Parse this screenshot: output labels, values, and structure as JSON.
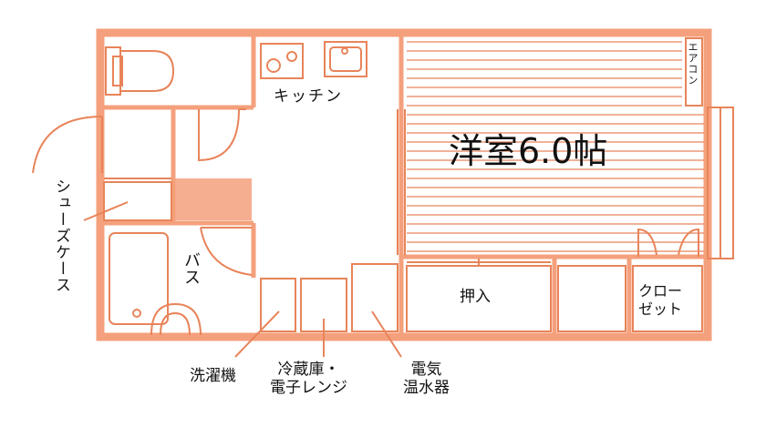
{
  "colors": {
    "wall": "#f4a07c",
    "line": "#e8845a",
    "text": "#111111",
    "background": "#ffffff"
  },
  "rooms": {
    "western_room": "洋室6.0帖",
    "kitchen": "キッチン",
    "bath": "バス",
    "oshiire": "押入",
    "closet_line1": "クロー",
    "closet_line2": "ゼット"
  },
  "fixtures": {
    "aircon": "エアコン",
    "shoe_case": "シューズケース",
    "washer": "洗濯機",
    "fridge_line1": "冷蔵庫・",
    "fridge_line2": "電子レンジ",
    "water_heater_line1": "電気",
    "water_heater_line2": "温水器"
  }
}
